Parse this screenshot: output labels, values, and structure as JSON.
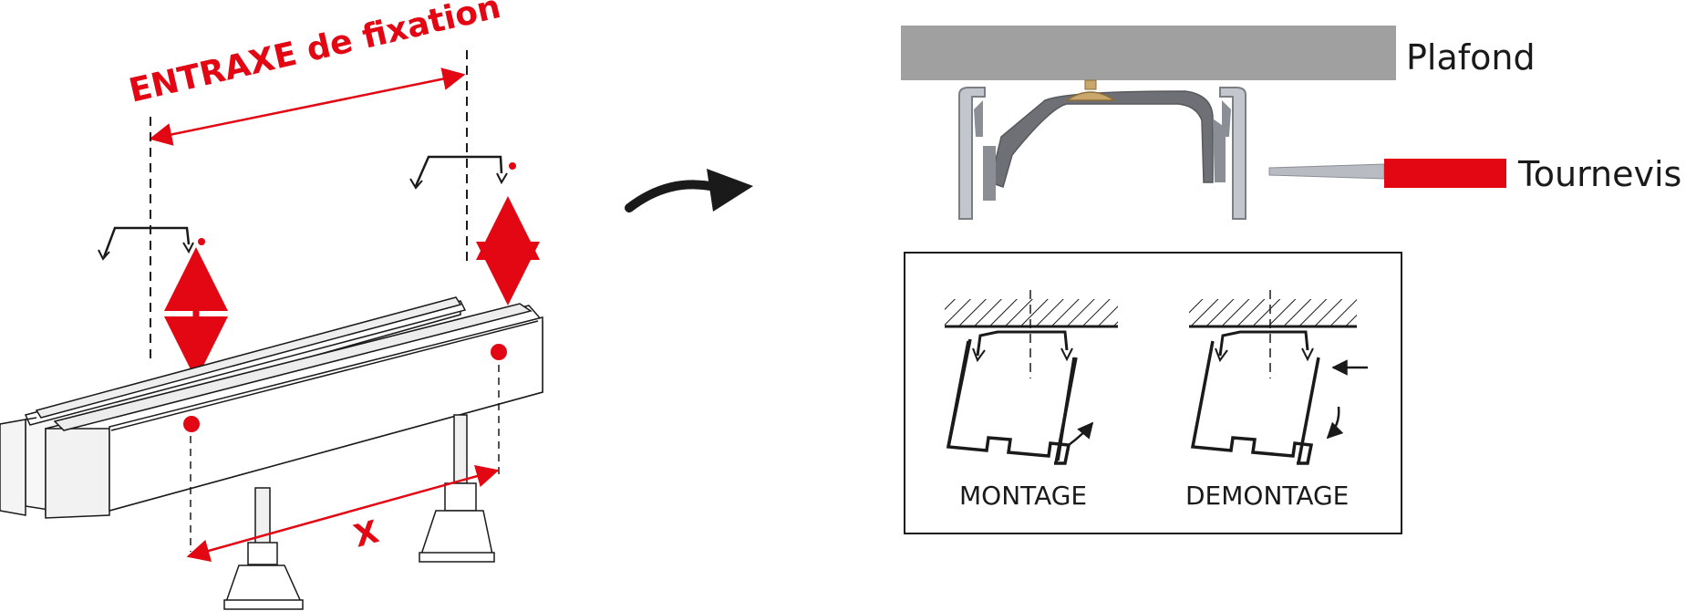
{
  "labels": {
    "entraxe": "ENTRAXE de fixation",
    "x": "X",
    "plafond": "Plafond",
    "tournevis": "Tournevis",
    "montage": "MONTAGE",
    "demontage": "DEMONTAGE"
  },
  "colors": {
    "accent_red": "#e30613",
    "ceiling_grey": "#a0a0a0",
    "profile_grey": "#6e7076",
    "line_black": "#1a1a1a"
  },
  "icons": [
    "curved-arrow-icon",
    "screwdriver-icon",
    "rotation-arrow-icon",
    "push-arrow-icon"
  ]
}
